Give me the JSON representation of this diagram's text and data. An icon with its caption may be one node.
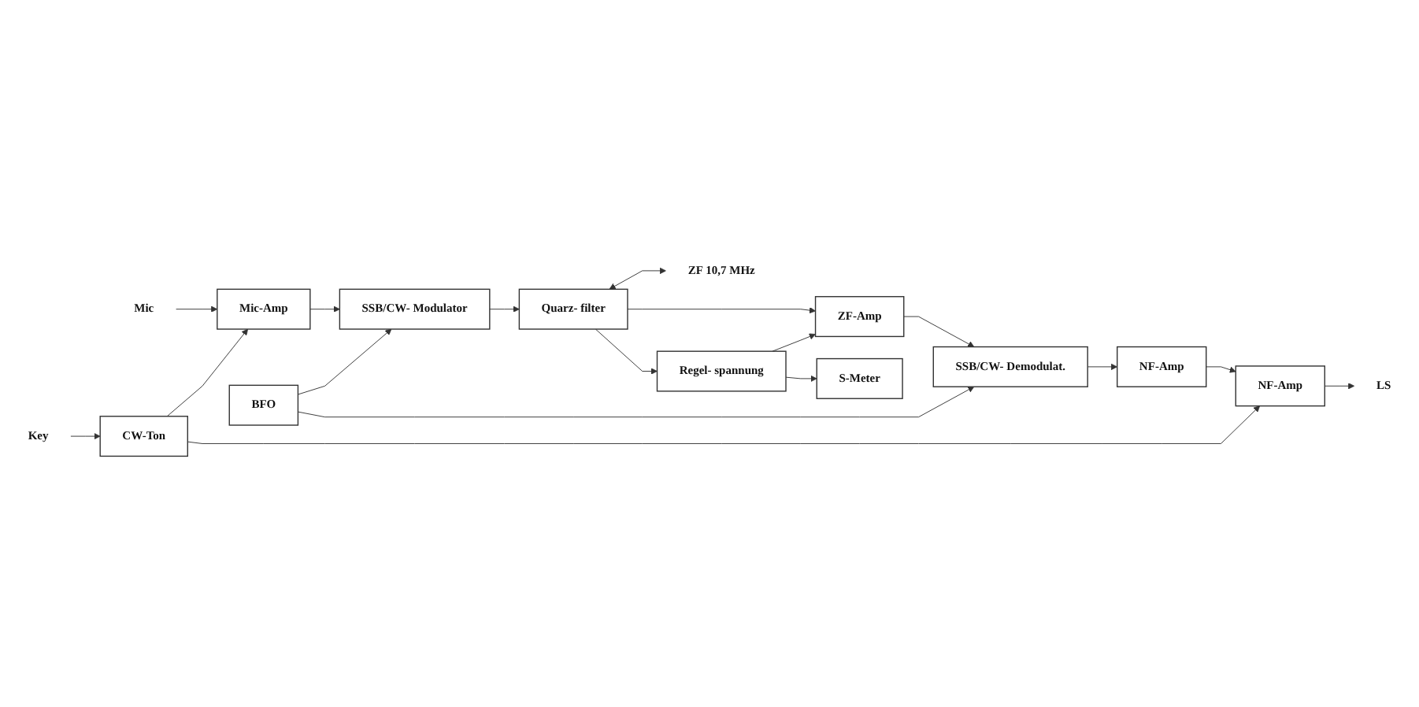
{
  "diagram": {
    "nodes": [
      {
        "text": [
          "Mic"
        ]
      },
      {
        "text": [
          "Mic-Amp"
        ]
      },
      {
        "text": [
          "SSB/CW- Modulator"
        ]
      },
      {
        "text": [
          "Key"
        ]
      },
      {
        "text": [
          "CW-Ton"
        ]
      },
      {
        "text": [
          "BFO"
        ]
      },
      {
        "text": [
          "Quarz- filter"
        ]
      },
      {
        "text": [
          "ZF 10,7 MHz"
        ]
      },
      {
        "text": [
          "LS"
        ]
      },
      {
        "text": [
          "NF-Amp"
        ]
      },
      {
        "text": [
          "NF-Amp"
        ]
      },
      {
        "text": [
          "SSB/CW- Demodulat."
        ]
      },
      {
        "text": [
          "ZF-Amp"
        ]
      },
      {
        "text": [
          "S-Meter"
        ]
      },
      {
        "text": [
          "Regel- spannung"
        ]
      }
    ],
    "edges": [
      {
        "from": 0,
        "to": 1,
        "arrow": "to"
      },
      {
        "from": 1,
        "to": 2,
        "arrow": "to"
      },
      {
        "from": 2,
        "to": 6,
        "arrow": "to"
      },
      {
        "from": 3,
        "to": 4,
        "arrow": "to"
      },
      {
        "from": 4,
        "to": 1,
        "arrow": "to"
      },
      {
        "from": 5,
        "to": 2,
        "arrow": "to"
      },
      {
        "from": 6,
        "to": 7,
        "arrow": "both"
      },
      {
        "from": 4,
        "to": 9,
        "arrow": "to"
      },
      {
        "from": 5,
        "to": 11,
        "arrow": "to"
      },
      {
        "from": 6,
        "to": 12,
        "arrow": "to"
      },
      {
        "from": 6,
        "to": 14,
        "arrow": "to"
      },
      {
        "from": 12,
        "to": 11,
        "arrow": "to"
      },
      {
        "from": 11,
        "to": 10,
        "arrow": "to"
      },
      {
        "from": 10,
        "to": 9,
        "arrow": "to"
      },
      {
        "from": 9,
        "to": 8,
        "arrow": "to"
      },
      {
        "from": 14,
        "to": 12,
        "arrow": "to"
      },
      {
        "from": 14,
        "to": 13,
        "arrow": "to"
      }
    ]
  }
}
